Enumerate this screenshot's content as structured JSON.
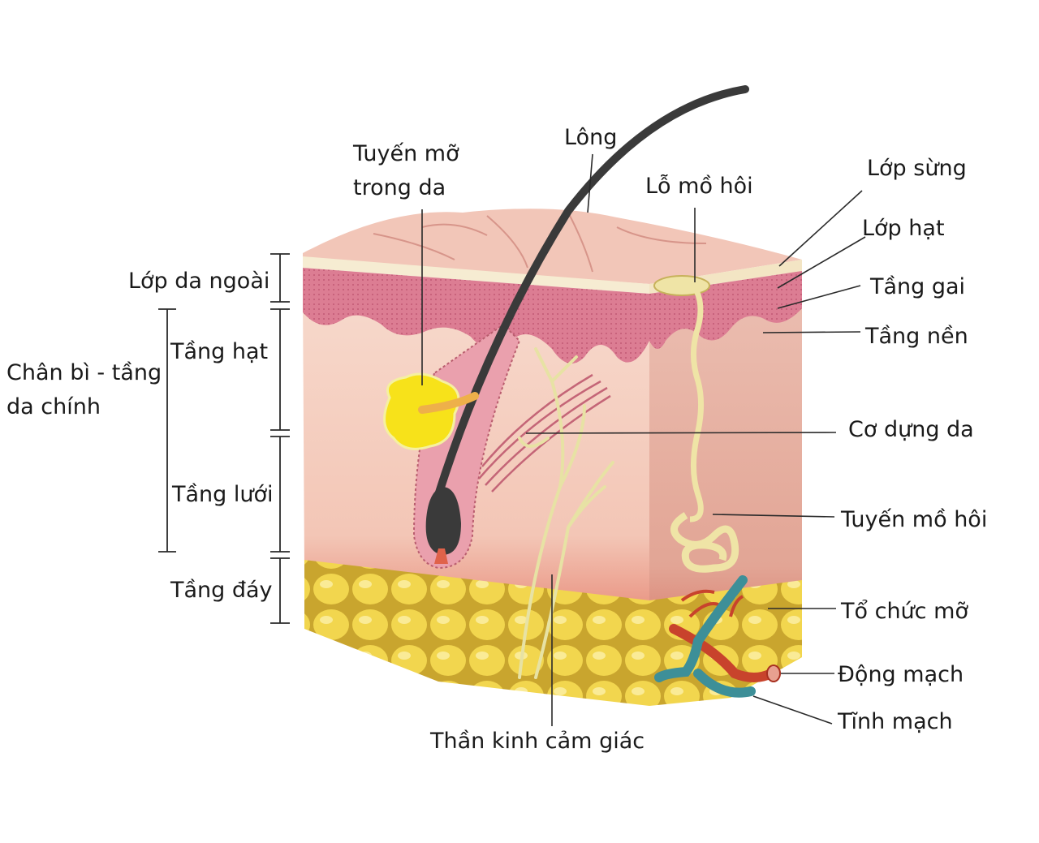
{
  "labels": {
    "tuyen_mo_line1": "Tuyến mỡ",
    "tuyen_mo_line2": "trong da",
    "long": "Lông",
    "lo_mo_hoi": "Lỗ mồ hôi",
    "lop_sung": "Lớp sừng",
    "lop_hat": "Lớp hạt",
    "tang_gai": "Tầng gai",
    "tang_nen": "Tầng nền",
    "co_dung_da": "Cơ dựng da",
    "tuyen_mo_hoi": "Tuyến mồ hôi",
    "to_chuc_mo": "Tổ chức mỡ",
    "dong_mach": "Động mạch",
    "tinh_mach": "Tĩnh mạch",
    "than_kinh": "Thần kinh cảm giác",
    "lop_da_ngoai": "Lớp da ngoài",
    "chan_bi_line1": "Chân bì - tầng",
    "chan_bi_line2": "da chính",
    "tang_hat": "Tầng hạt",
    "tang_luoi": "Tầng lưới",
    "tang_day": "Tầng đáy"
  },
  "colors": {
    "epidermis_top": "#f2c6b8",
    "stratum_corneum": "#f6ecd2",
    "epidermis_band": "#d9738a",
    "dermis": "#f6d2c4",
    "dermis_side": "#e9b6aa",
    "fat": "#f2d64e",
    "hair": "#3a3a3a",
    "sebaceous": "#f7e21a",
    "sweat_gland": "#efe4a6",
    "nerve": "#e7e2a4",
    "artery": "#c8432c",
    "vein": "#3d8f98"
  }
}
